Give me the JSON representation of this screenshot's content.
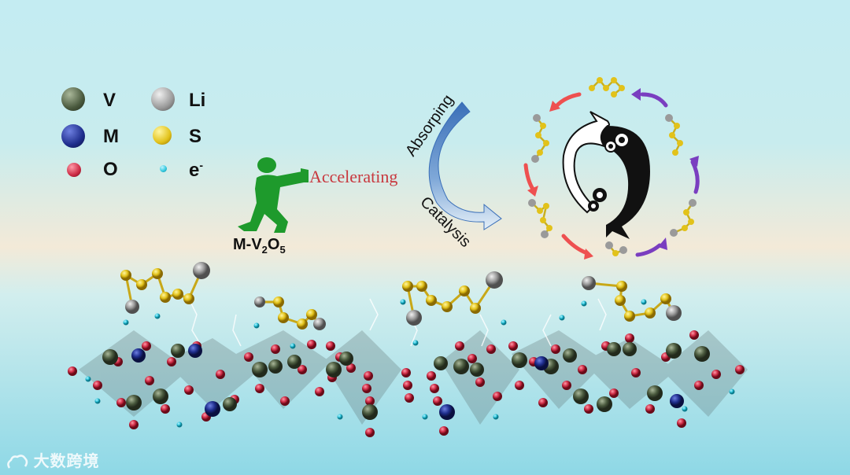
{
  "legend": {
    "v": "V",
    "m": "M",
    "o": "O",
    "li": "Li",
    "s": "S",
    "e_base": "e",
    "e_sup": "-"
  },
  "labels": {
    "accelerating": "Accelerating",
    "catalyst_prefix": "M-V",
    "catalyst_sub1": "2",
    "catalyst_mid": "O",
    "catalyst_sub2": "5",
    "absorping": "Absorping",
    "catalysis": "Catalysis"
  },
  "watermark": "大数跨境",
  "colors": {
    "v_atom": "#5a6b4e",
    "m_atom": "#1e2d8c",
    "o_atom": "#cc2a44",
    "li_atom": "#9a9a9a",
    "s_atom": "#e2c21a",
    "electron": "#2ec6dc",
    "person": "#1e9a2c",
    "red_arrow": "#ee5050",
    "purple_arrow": "#7a3ec0"
  }
}
